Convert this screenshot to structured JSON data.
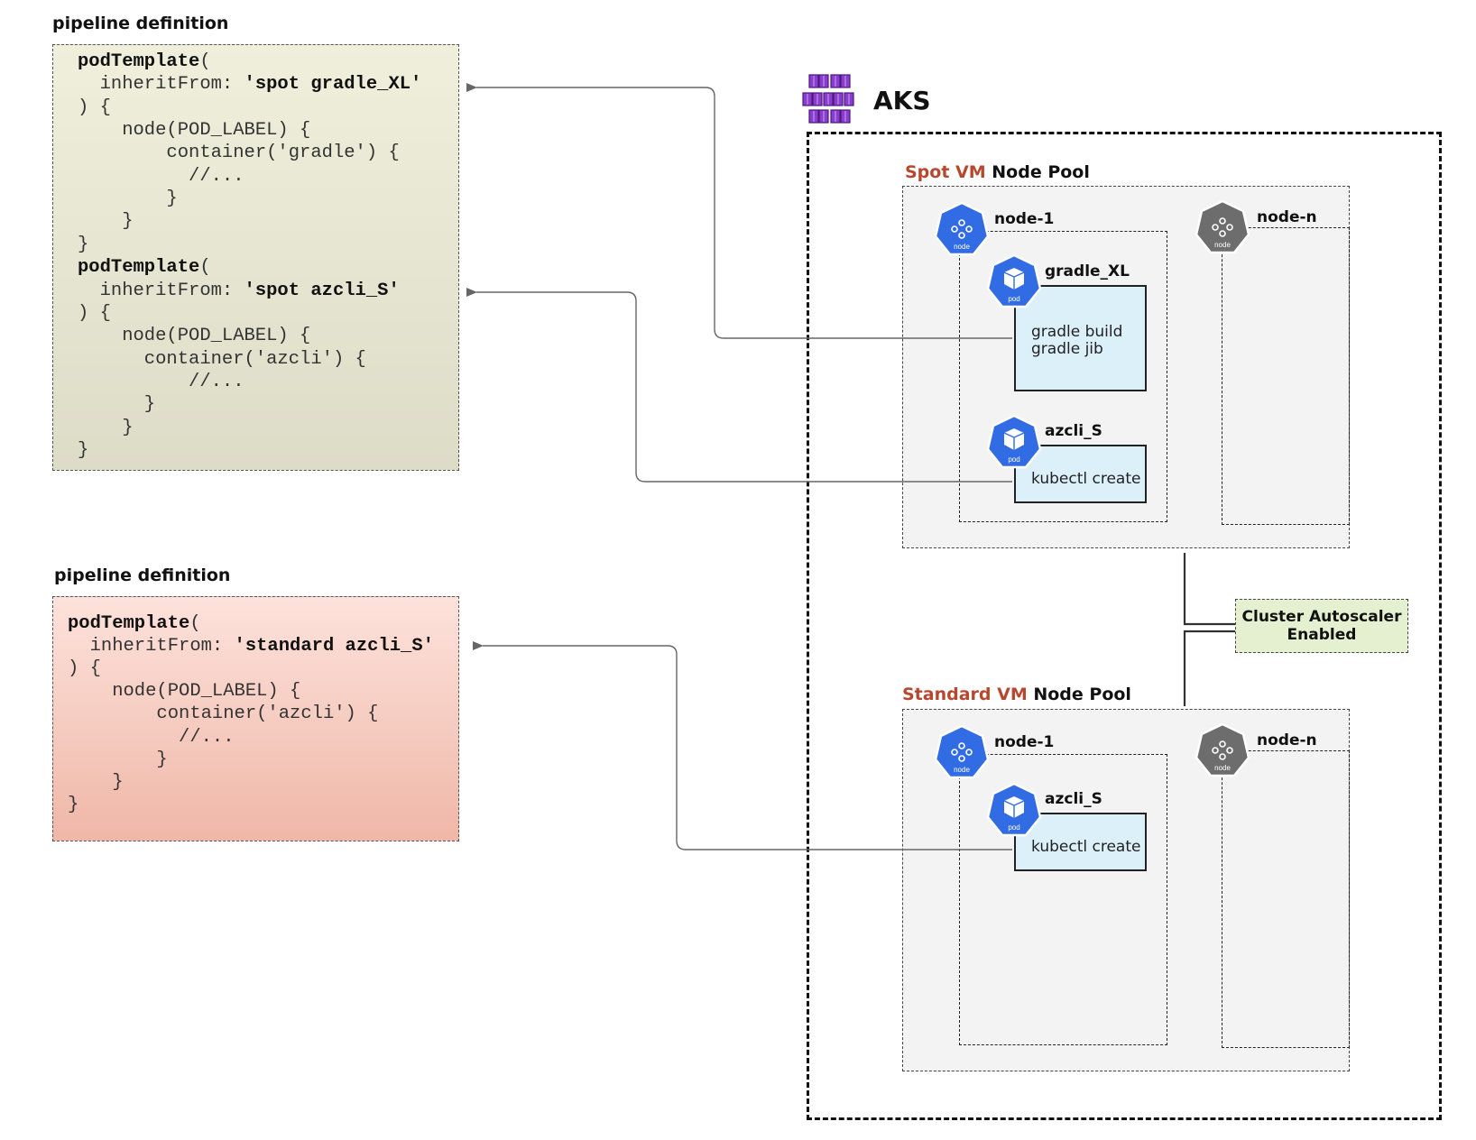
{
  "pipelines": [
    {
      "label": "pipeline definition",
      "lines": [
        {
          "kw": "podTemplate",
          "rest": "("
        },
        {
          "pre": "  inheritFrom: ",
          "kw": "'spot gradle_XL'"
        },
        {
          "pre": ") {"
        },
        {
          "pre": "    node(POD_LABEL) {"
        },
        {
          "pre": "        container('gradle') {"
        },
        {
          "pre": "          //..."
        },
        {
          "pre": "        }"
        },
        {
          "pre": "    }"
        },
        {
          "pre": "}"
        },
        {
          "kw": "podTemplate",
          "rest": "("
        },
        {
          "pre": "  inheritFrom: ",
          "kw": "'spot azcli_S'"
        },
        {
          "pre": ") {"
        },
        {
          "pre": "    node(POD_LABEL) {"
        },
        {
          "pre": "      container('azcli') {"
        },
        {
          "pre": "          //..."
        },
        {
          "pre": "      }"
        },
        {
          "pre": "    }"
        },
        {
          "pre": "}"
        }
      ]
    },
    {
      "label": "pipeline definition",
      "lines": [
        {
          "kw": "podTemplate",
          "rest": "("
        },
        {
          "pre": "  inheritFrom: ",
          "kw": "'standard azcli_S'"
        },
        {
          "pre": ") {"
        },
        {
          "pre": "    node(POD_LABEL) {"
        },
        {
          "pre": "        container('azcli') {"
        },
        {
          "pre": "          //..."
        },
        {
          "pre": "        }"
        },
        {
          "pre": "    }"
        },
        {
          "pre": "}"
        }
      ]
    }
  ],
  "aks": {
    "title": "AKS",
    "spot_pool": {
      "accent": "Spot VM",
      "label": " Node Pool",
      "node1": "node-1",
      "noden": "node-n",
      "pods": [
        {
          "name": "gradle_XL",
          "lines": [
            "gradle build",
            "gradle jib"
          ]
        },
        {
          "name": "azcli_S",
          "lines": [
            "kubectl create"
          ]
        }
      ]
    },
    "standard_pool": {
      "accent": "Standard VM",
      "label": " Node Pool",
      "node1": "node-1",
      "noden": "node-n",
      "pods": [
        {
          "name": "azcli_S",
          "lines": [
            "kubectl create"
          ]
        }
      ]
    },
    "autoscaler": {
      "line1": "Cluster Autoscaler",
      "line2": "Enabled"
    }
  },
  "icon_text": {
    "node": "node",
    "pod": "pod"
  },
  "colors": {
    "accent": "#b8472f",
    "spot_code_bg": "#e6e5d1",
    "standard_code_bg": "#f6cdc2",
    "container_bg": "#dcf0fa",
    "autoscaler_bg": "#e4f0cf",
    "k8s_blue": "#326ce5",
    "k8s_grey": "#6d6d6d",
    "aks_purple": "#8a3ccf"
  }
}
